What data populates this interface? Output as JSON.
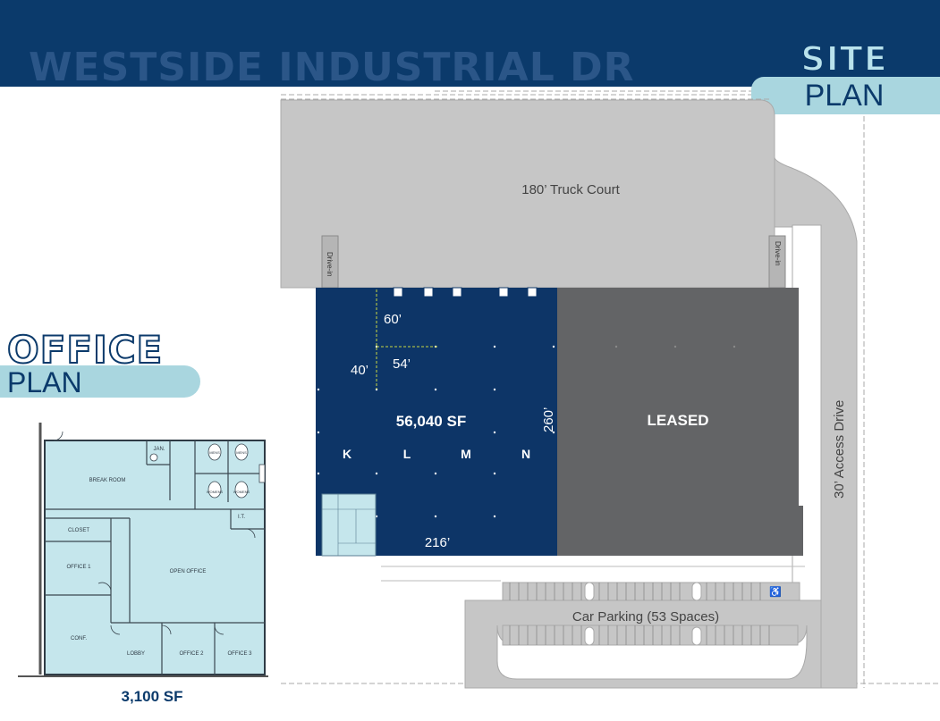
{
  "header": {
    "road_label": "WESTSIDE INDUSTRIAL DR",
    "site_title": "SITE",
    "site_subtitle": "PLAN"
  },
  "site": {
    "truck_court": "180’ Truck Court",
    "drive_in_left": "Drive-in",
    "drive_in_right": "Drive-in",
    "access_drive": "30’ Access Drive",
    "parking": "Car Parking (53 Spaces)",
    "available_area": "56,040 SF",
    "leased_label": "LEASED",
    "dim_60": "60’",
    "dim_54": "54’",
    "dim_40": "40’",
    "dim_260": "260’",
    "dim_216": "216’",
    "bays": [
      "K",
      "L",
      "M",
      "N"
    ]
  },
  "office": {
    "title": "OFFICE",
    "subtitle": "PLAN",
    "area": "3,100 SF",
    "rooms": {
      "jan": "JAN.",
      "break_room": "BREAK ROOM",
      "mens_1": "MENS",
      "mens_2": "MENS",
      "womens_1": "WOMENS",
      "womens_2": "WOMENS",
      "it": "I.T.",
      "closet": "CLOSET",
      "office_1": "OFFICE 1",
      "open_office": "OPEN OFFICE",
      "conf": "CONF.",
      "lobby": "LOBBY",
      "office_2": "OFFICE 2",
      "office_3": "OFFICE 3"
    }
  },
  "colors": {
    "header_navy": "#0b3a6b",
    "available_blue": "#0d3567",
    "leased_gray": "#636466",
    "pavement_gray": "#c6c6c6",
    "office_fill": "#c5e6ec",
    "pill_teal": "#a9d6df",
    "guide_green": "#c9d640"
  }
}
